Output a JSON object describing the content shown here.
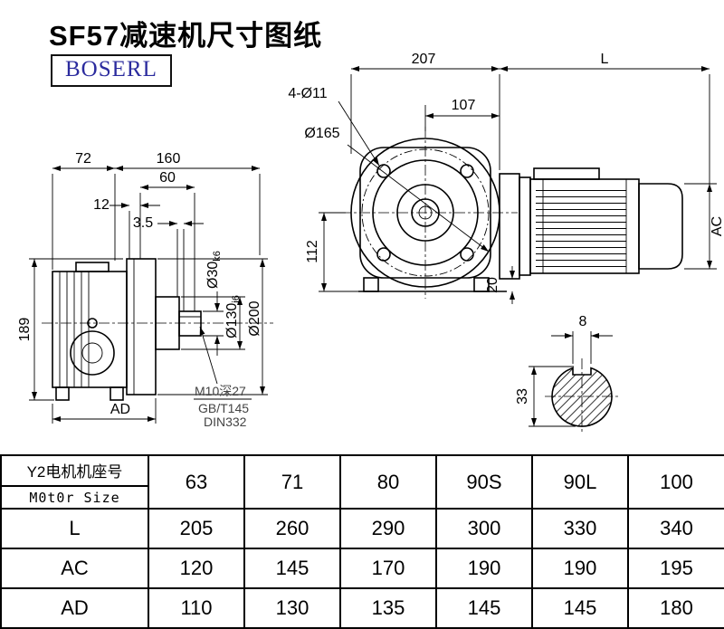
{
  "page": {
    "title": "SF57减速机尺寸图纸",
    "brand": "BOSERL"
  },
  "left_view": {
    "dim_72": "72",
    "dim_160": "160",
    "dim_60": "60",
    "dim_12": "12",
    "dim_3_5": "3.5",
    "dim_189": "189",
    "dim_ad": "AD",
    "dia_shaft": "Ø30",
    "dia_shaft_tol": "k6",
    "dia_hub": "Ø130",
    "dia_hub_tol": "j6",
    "dia_flange": "Ø200",
    "tap_note": "M10深27",
    "std_note1": "GB/T145",
    "std_note2": "DIN332"
  },
  "front_view": {
    "dim_207": "207",
    "dim_l": "L",
    "holes_note": "4-Ø11",
    "dim_107": "107",
    "dia_165": "Ø165",
    "dim_112": "112",
    "dim_20": "20",
    "dim_ac": "AC"
  },
  "shaft_section": {
    "dim_8": "8",
    "dim_33": "33"
  },
  "table": {
    "header_cn": "Y2电机机座号",
    "header_en": "M0t0r Size",
    "sizes": [
      "63",
      "71",
      "80",
      "90S",
      "90L",
      "100"
    ],
    "rows": [
      {
        "label": "L",
        "values": [
          "205",
          "260",
          "290",
          "300",
          "330",
          "340"
        ]
      },
      {
        "label": "AC",
        "values": [
          "120",
          "145",
          "170",
          "190",
          "190",
          "195"
        ]
      },
      {
        "label": "AD",
        "values": [
          "110",
          "130",
          "135",
          "145",
          "145",
          "180"
        ]
      }
    ]
  }
}
